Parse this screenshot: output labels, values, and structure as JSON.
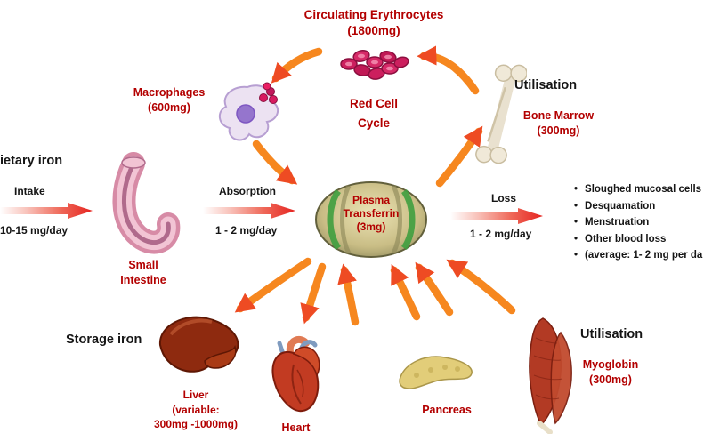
{
  "top": {
    "erythrocytes_title": "Circulating Erythrocytes",
    "erythrocytes_amount": "(1800mg)",
    "macrophages_title": "Macrophages",
    "macrophages_amount": "(600mg)",
    "cycle_line1": "Red Cell",
    "cycle_line2": "Cycle",
    "utilisation": "Utilisation",
    "bone_marrow_title": "Bone Marrow",
    "bone_marrow_amount": "(300mg)"
  },
  "intake": {
    "heading": "ietary iron",
    "label": "Intake",
    "rate": "10-15 mg/day",
    "organ_line1": "Small",
    "organ_line2": "Intestine"
  },
  "absorption": {
    "label": "Absorption",
    "rate": "1 - 2 mg/day"
  },
  "plasma": {
    "line1": "Plasma",
    "line2": "Transferrin",
    "amount": "(3mg)"
  },
  "loss": {
    "label": "Loss",
    "rate": "1 - 2 mg/day",
    "items": [
      "Sloughed  mucosal  cells",
      "Desquamation",
      "Menstruation",
      "Other blood loss",
      "(average: 1- 2 mg per da"
    ]
  },
  "storage": {
    "heading": "Storage iron",
    "liver_line1": "Liver",
    "liver_line2": "(variable:",
    "liver_line3": "300mg -1000mg)",
    "heart": "Heart",
    "pancreas": "Pancreas"
  },
  "utilisation_bottom": {
    "heading": "Utilisation",
    "myoglobin_title": "Myoglobin",
    "myoglobin_amount": "(300mg)"
  },
  "colors": {
    "red_text": "#b30000",
    "arrow_orange": "#f6871f",
    "arrow_head": "#ee4b23",
    "flow_arrow_red": "#e5231f",
    "plasma_olive": "#c9bd85",
    "plasma_green_band": "#3f9e3f"
  }
}
